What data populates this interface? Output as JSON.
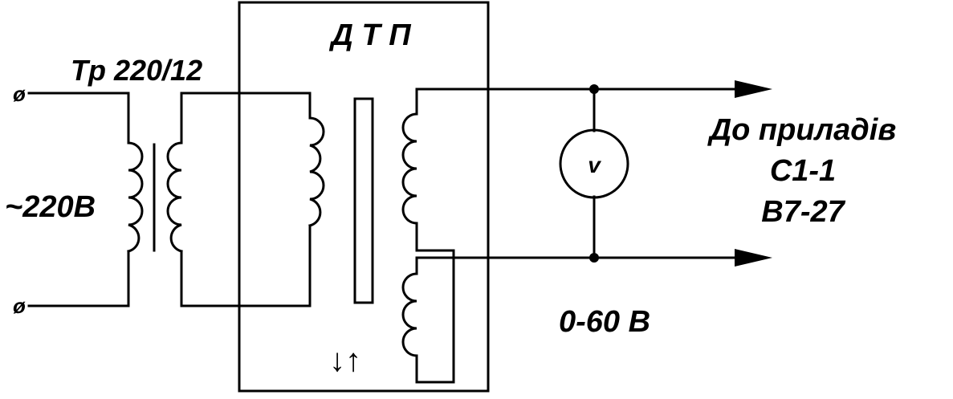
{
  "diagram": {
    "input_terminal_symbol": "ø",
    "mains_label": "~220B",
    "transformer_label": "Tp 220/12",
    "dtp_label": "Д Т П",
    "voltmeter_label": "v",
    "destination_line1": "До приладів",
    "destination_line2": "C1-1",
    "destination_line3": "B7-27",
    "output_range_label": "0-60 B",
    "adjust_arrows_label": "↓↑"
  }
}
